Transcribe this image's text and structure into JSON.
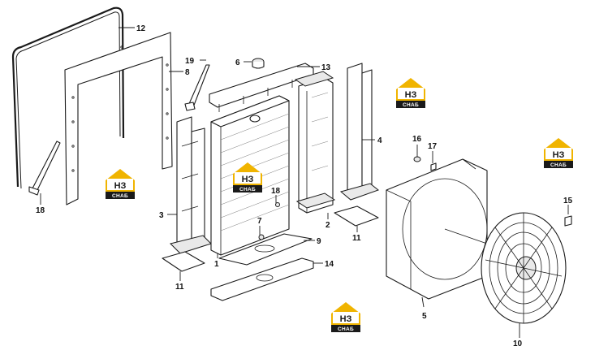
{
  "diagram": {
    "callouts": [
      "12",
      "8",
      "19",
      "6",
      "13",
      "4",
      "16",
      "17",
      "15",
      "18",
      "3",
      "7",
      "2",
      "11",
      "9",
      "1",
      "14",
      "5",
      "10"
    ],
    "brand": {
      "letters": "НЗ",
      "sub": "СНАБ",
      "accent": "#f0b400",
      "dark": "#1a1a1a"
    }
  }
}
